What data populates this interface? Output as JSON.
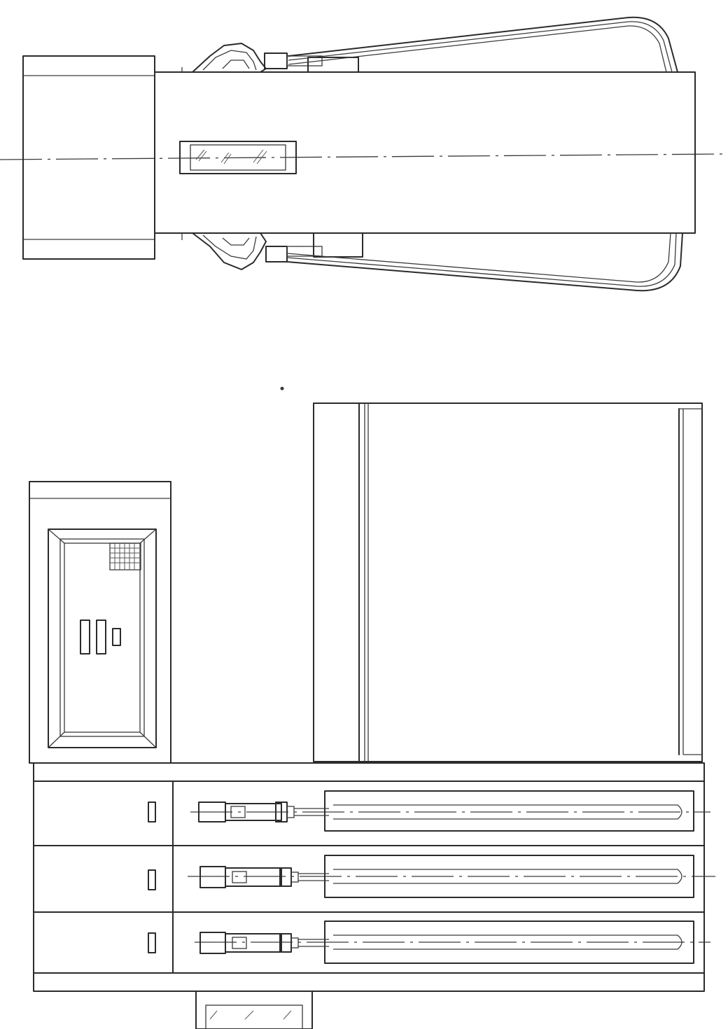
{
  "drawing": {
    "views": [
      "top-view",
      "front-view"
    ],
    "stroke_color": "#2b2b2b",
    "background_color": "#ffffff",
    "front_view": {
      "nozzle_bays": 3
    }
  }
}
